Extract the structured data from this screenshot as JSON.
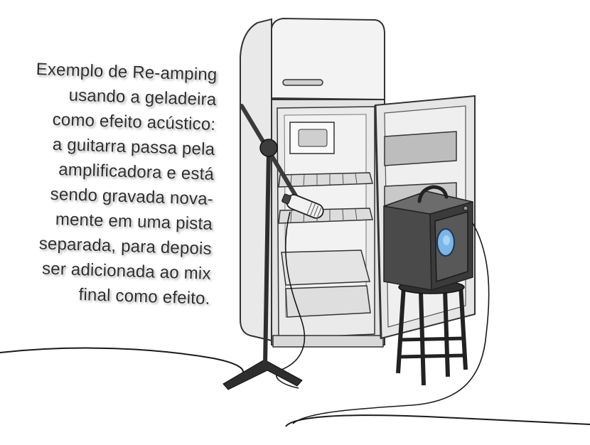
{
  "caption": {
    "lines": [
      "Exemplo de Re-amping",
      "usando a geladeira",
      "como efeito acústico:",
      "a guitarra passa pela",
      "amplificadora e está",
      "sendo gravada nova-",
      "mente em uma pista",
      "separada, para depois",
      "ser adicionada ao mix",
      "final como efeito."
    ]
  },
  "colors": {
    "ink": "#2e2e2e",
    "fridge": "#eeeeee",
    "amp": "#444444",
    "speaker": "#7ab6e6"
  }
}
